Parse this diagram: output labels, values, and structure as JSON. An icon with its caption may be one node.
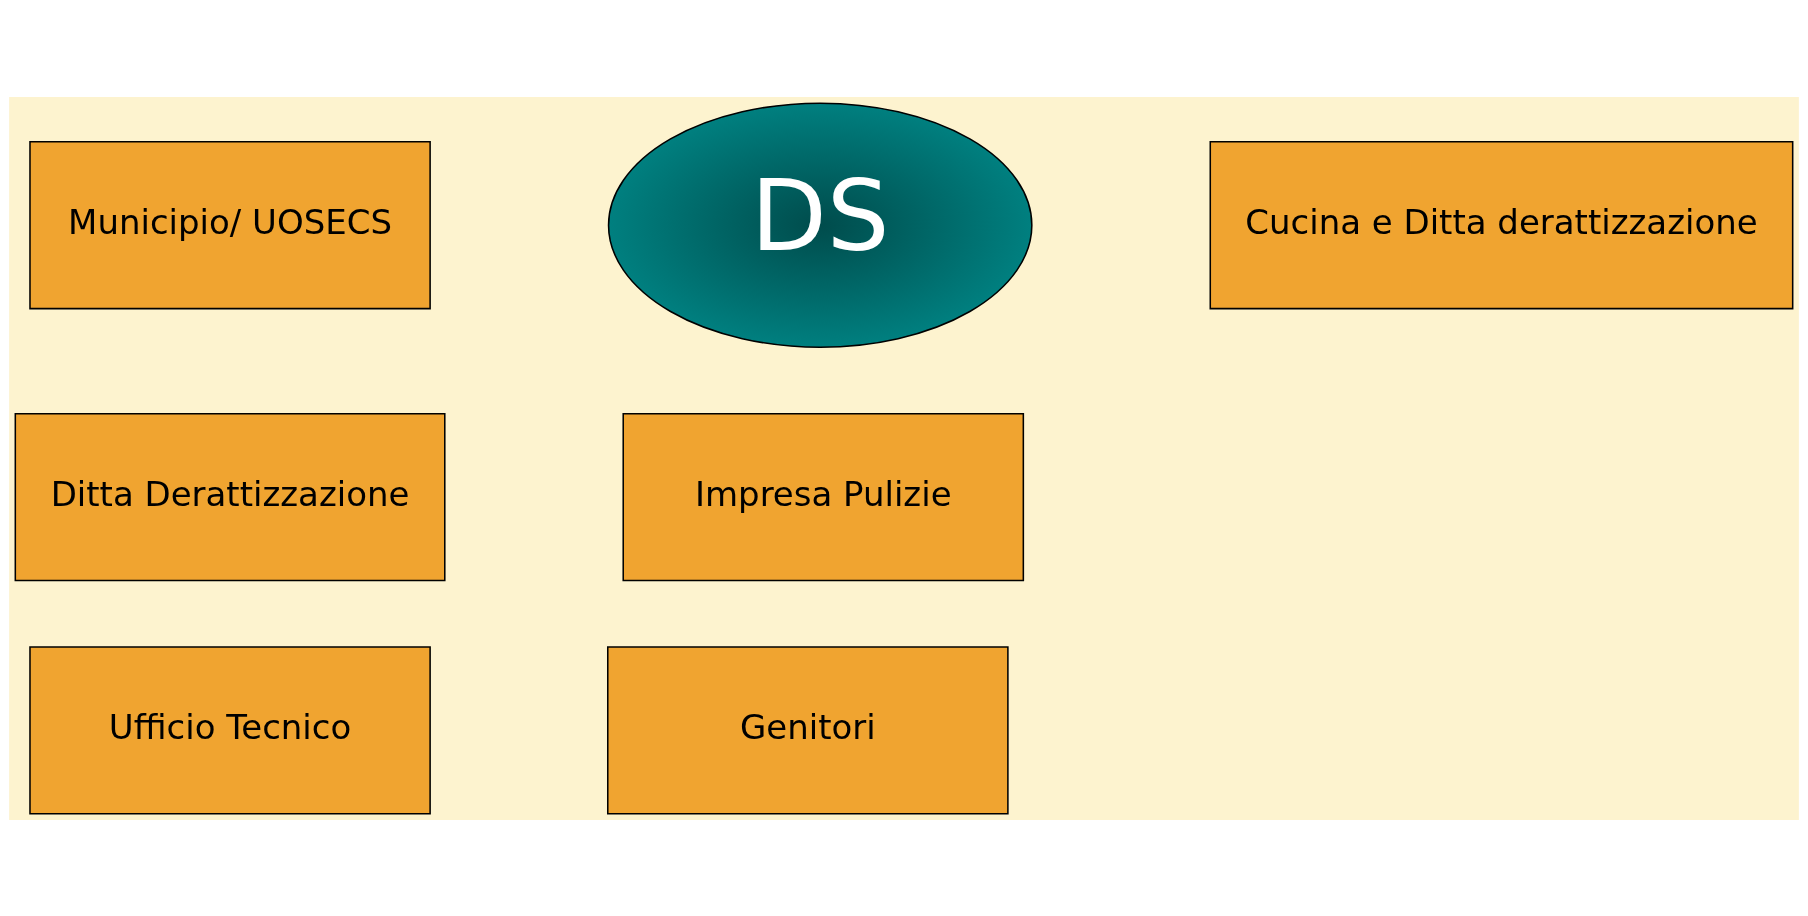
{
  "diagram": {
    "nodes": [
      {
        "text": [
          "Municipio/ UOSECS"
        ]
      },
      {
        "text": [
          "DS"
        ]
      },
      {
        "text": [
          "Cucina e Ditta derattizzazione"
        ]
      },
      {
        "text": [
          "Ditta Derattizzazione"
        ]
      },
      {
        "text": [
          "Impresa Pulizie"
        ]
      },
      {
        "text": [
          "Ufficio Tecnico"
        ]
      },
      {
        "text": [
          "Genitori"
        ]
      }
    ],
    "edges": []
  }
}
